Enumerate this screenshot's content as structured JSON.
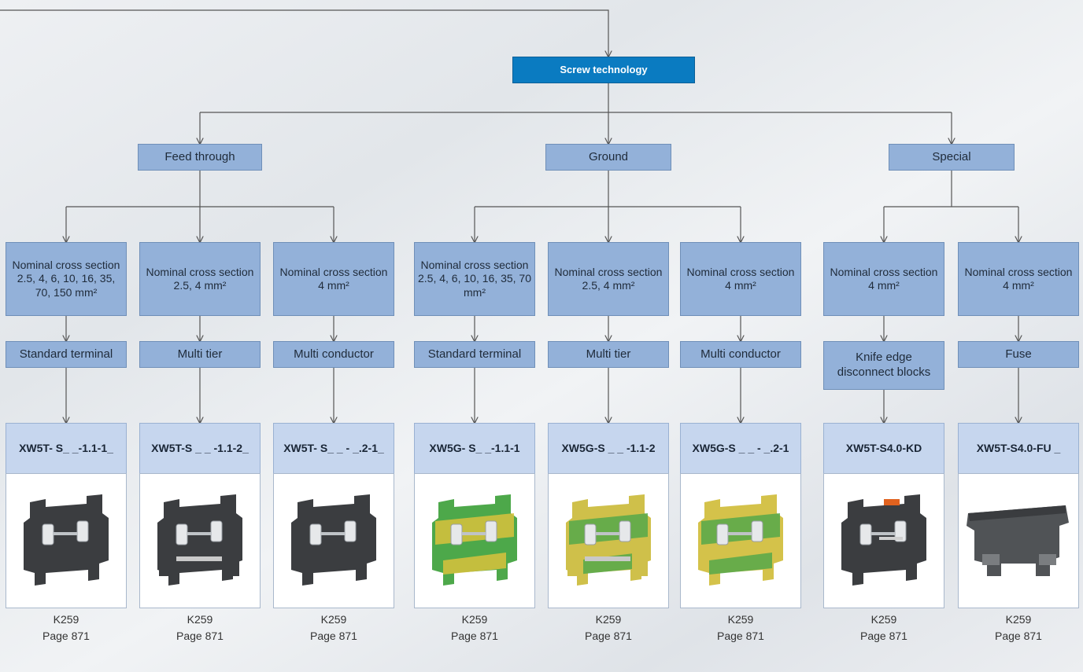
{
  "root": {
    "label": "Screw technology"
  },
  "categories": [
    {
      "label": "Feed through"
    },
    {
      "label": "Ground"
    },
    {
      "label": "Special"
    }
  ],
  "columns": [
    {
      "cross_section": "Nominal cross section 2.5, 4, 6, 10, 16, 35, 70, 150 mm²",
      "type": "Standard terminal",
      "code": "XW5T- S_ _-1.1-1_",
      "ref": "K259",
      "page": "Page 871",
      "body_color": "#3b3d40",
      "accent_color": "#2b2d30",
      "icon": "terminal-block-grey-single"
    },
    {
      "cross_section": "Nominal cross section 2.5, 4 mm²",
      "type": "Multi tier",
      "code": "XW5T-S _ _ -1.1-2_",
      "ref": "K259",
      "page": "Page 871",
      "body_color": "#3b3d40",
      "accent_color": "#2b2d30",
      "icon": "terminal-block-grey-multi-tier"
    },
    {
      "cross_section": "Nominal cross section 4 mm²",
      "type": "Multi conductor",
      "code": "XW5T- S_ _ - _.2-1_",
      "ref": "K259",
      "page": "Page 871",
      "body_color": "#3b3d40",
      "accent_color": "#2b2d30",
      "icon": "terminal-block-grey-multi-conductor"
    },
    {
      "cross_section": "Nominal cross section 2.5, 4, 6, 10, 16, 35, 70 mm²",
      "type": "Standard terminal",
      "code": "XW5G- S_ _-1.1-1",
      "ref": "K259",
      "page": "Page 871",
      "body_color": "#4da84a",
      "accent_color": "#d9c23c",
      "icon": "terminal-block-green-yellow-single"
    },
    {
      "cross_section": "Nominal cross section 2.5, 4 mm²",
      "type": "Multi tier",
      "code": "XW5G-S _ _ -1.1-2",
      "ref": "K259",
      "page": "Page 871",
      "body_color": "#cfc04a",
      "accent_color": "#55a84a",
      "icon": "terminal-block-green-yellow-multi-tier"
    },
    {
      "cross_section": "Nominal cross section 4 mm²",
      "type": "Multi conductor",
      "code": "XW5G-S _ _ - _.2-1",
      "ref": "K259",
      "page": "Page 871",
      "body_color": "#d4c24a",
      "accent_color": "#55a84a",
      "icon": "terminal-block-green-yellow-multi-conductor"
    },
    {
      "cross_section": "Nominal cross section 4 mm²",
      "type": "Knife edge disconnect blocks",
      "code": "XW5T-S4.0-KD",
      "ref": "K259",
      "page": "Page 871",
      "body_color": "#3b3d40",
      "accent_color": "#e0621f",
      "icon": "terminal-block-knife-disconnect"
    },
    {
      "cross_section": "Nominal cross section 4 mm²",
      "type": "Fuse",
      "code": "XW5T-S4.0-FU _",
      "ref": "K259",
      "page": "Page 871",
      "body_color": "#505356",
      "accent_color": "#3a3c3f",
      "icon": "terminal-block-fuse"
    }
  ],
  "colors": {
    "root_fill": "#0a7bc1",
    "box_fill": "#93b1d9",
    "code_fill": "#c6d6ee",
    "connector": "#555555"
  }
}
